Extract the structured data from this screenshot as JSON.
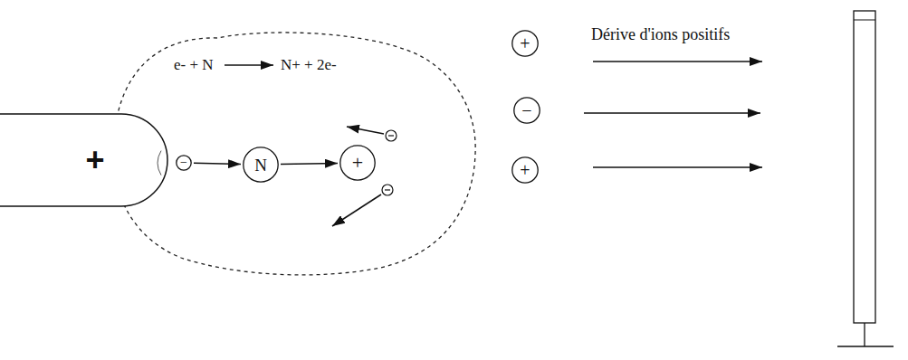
{
  "diagram": {
    "nodes": [
      {
        "text": [
          "+"
        ]
      },
      {
        "text": [
          "−"
        ]
      },
      {
        "text": [
          "N"
        ]
      },
      {
        "text": [
          "+"
        ]
      },
      {
        "text": [
          "+"
        ]
      },
      {
        "text": [
          "−"
        ]
      },
      {
        "text": [
          "+"
        ]
      }
    ],
    "edges": [
      {
        "from": 1,
        "to": 2,
        "arrow": "to"
      },
      {
        "from": 2,
        "to": 3,
        "arrow": "to"
      }
    ],
    "labels": [
      "e- + N",
      "N+ + 2e-",
      "Dérive d'ions positifs"
    ]
  }
}
